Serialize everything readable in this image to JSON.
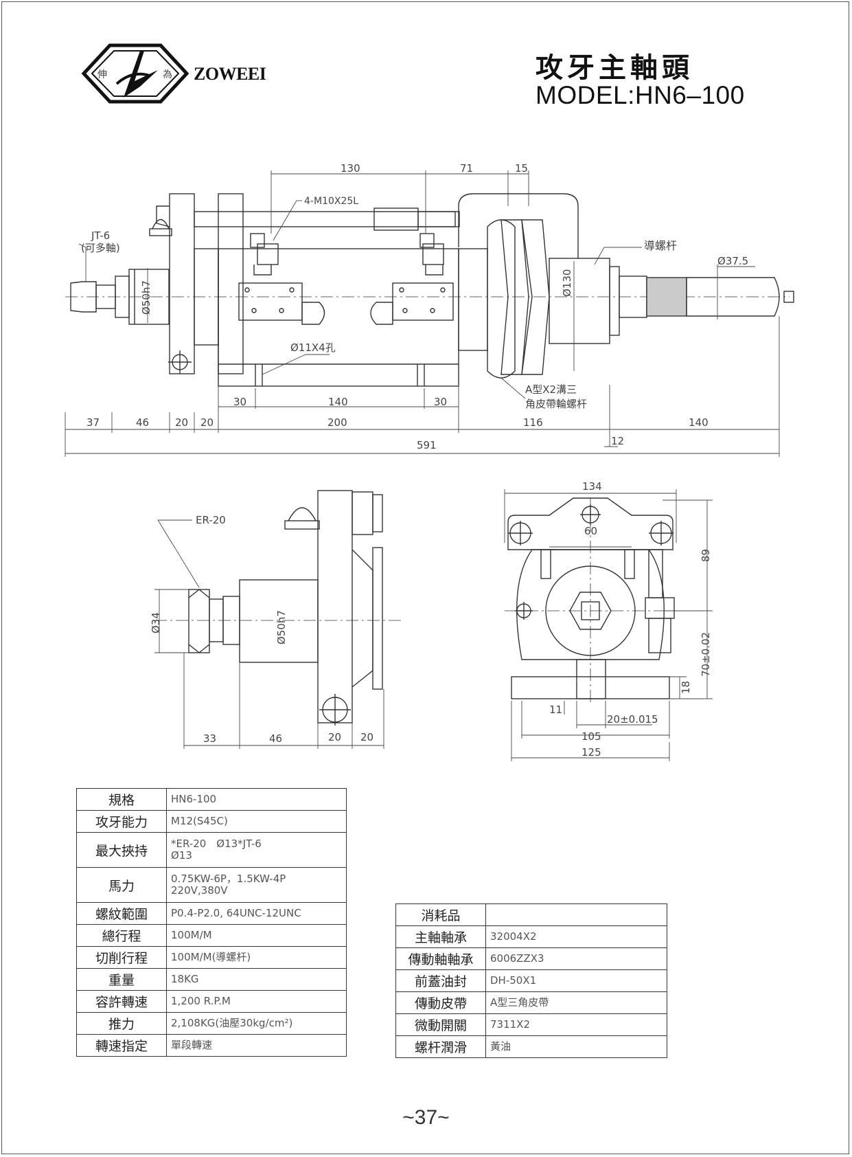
{
  "header": {
    "logo_char_left": "伸",
    "logo_char_right": "為",
    "brand": "ZOWEEI",
    "title_cn": "攻牙主軸頭",
    "title_model": "MODEL:HN6–100"
  },
  "drawing_labels": {
    "front": {
      "dim_130": "130",
      "dim_71": "71",
      "dim_15": "15",
      "bolt": "4-M10X25L",
      "jt6": "JT-6",
      "jt6_note": "(可多軸)",
      "lead_screw": "導螺杆",
      "dia_375": "Ø37.5",
      "dia_50h7": "Ø50h7",
      "dia_130": "Ø130",
      "hole": "Ø11X4孔",
      "pulley_line1": "A型X2溝三",
      "pulley_line2": "角皮帶輪螺杆",
      "d_30a": "30",
      "d_140a": "140",
      "d_30b": "30",
      "d_37": "37",
      "d_46": "46",
      "d_20a": "20",
      "d_20b": "20",
      "d_200": "200",
      "d_116": "116",
      "d_140b": "140",
      "d_12": "12",
      "d_591": "591"
    },
    "side": {
      "er20": "ER-20",
      "dia_34": "Ø34",
      "dia_50h7": "Ø50h7",
      "d_33": "33",
      "d_46": "46",
      "d_20a": "20",
      "d_20b": "20"
    },
    "end": {
      "d_134": "134",
      "d_60": "60",
      "d_89": "89",
      "d_70": "70±0.02",
      "d_18": "18",
      "d_11": "11",
      "d_20": "20±0.015",
      "d_105": "105",
      "d_125": "125"
    }
  },
  "spec_table": [
    {
      "key": "規格",
      "value": "HN6-100"
    },
    {
      "key": "攻牙能力",
      "value": "M12(S45C)"
    },
    {
      "key": "最大挾持",
      "value": "*ER-20　Ø13*JT-6",
      "value2": "Ø13"
    },
    {
      "key": "馬力",
      "value": "0.75KW-6P，1.5KW-4P",
      "value2": "220V,380V"
    },
    {
      "key": "螺紋範圍",
      "value": "P0.4-P2.0, 64UNC-12UNC"
    },
    {
      "key": "總行程",
      "value": "100M/M"
    },
    {
      "key": "切削行程",
      "value": "100M/M(導螺杆)"
    },
    {
      "key": "重量",
      "value": "18KG"
    },
    {
      "key": "容許轉速",
      "value": "1,200 R.P.M"
    },
    {
      "key": "推力",
      "value": "2,108KG(油壓30kg/cm²)"
    },
    {
      "key": "轉速指定",
      "value": "單段轉速"
    }
  ],
  "consumables_table": [
    {
      "key": "消耗品",
      "value": ""
    },
    {
      "key": "主軸軸承",
      "value": "32004X2"
    },
    {
      "key": "傳動軸軸承",
      "value": "6006ZZX3"
    },
    {
      "key": "前蓋油封",
      "value": "DH-50X1"
    },
    {
      "key": "傳動皮帶",
      "value": "A型三角皮帶"
    },
    {
      "key": "微動開關",
      "value": "7311X2"
    },
    {
      "key": "螺杆潤滑",
      "value": "黃油"
    }
  ],
  "footer": {
    "page_number": "~37~"
  }
}
